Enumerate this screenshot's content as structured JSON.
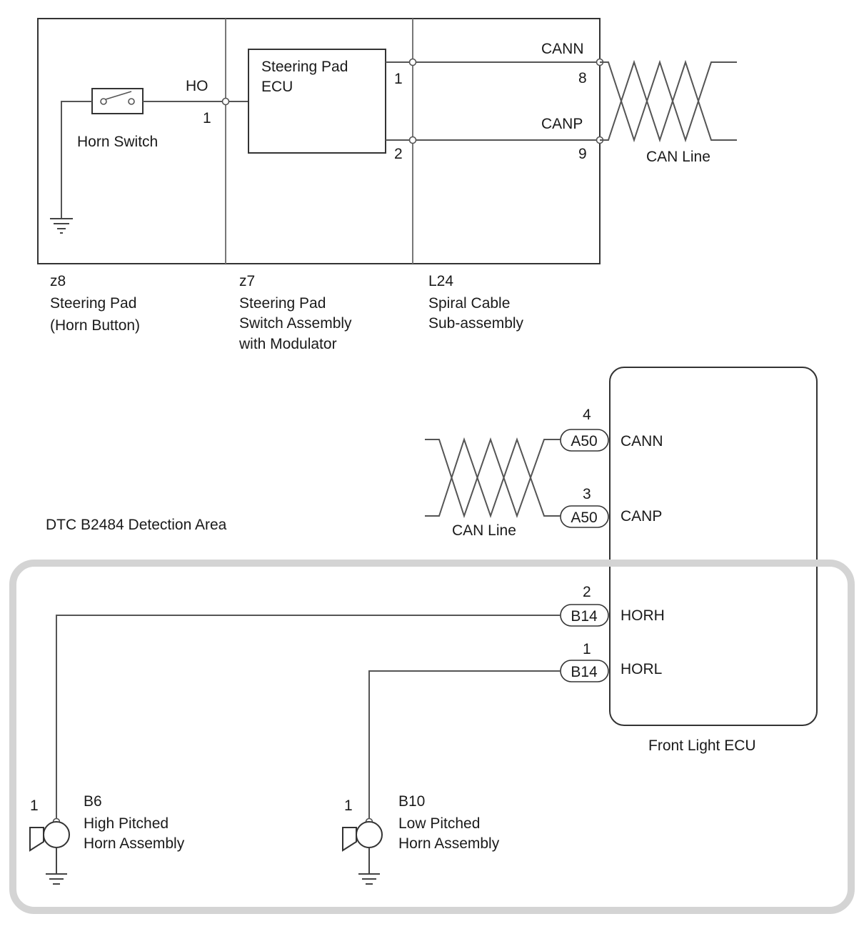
{
  "top": {
    "signal_ho": "HO",
    "pin_ho": "1",
    "horn_switch_label": "Horn Switch",
    "ecu_label_line1": "Steering Pad",
    "ecu_label_line2": "ECU",
    "ecu_pin1": "1",
    "ecu_pin2": "2",
    "cann_label": "CANN",
    "cann_pin": "8",
    "canp_label": "CANP",
    "canp_pin": "9",
    "can_line_label": "CAN Line",
    "z8": {
      "code": "z8",
      "line1": "Steering Pad",
      "line2": "(Horn Button)"
    },
    "z7": {
      "code": "z7",
      "line1": "Steering Pad",
      "line2": "Switch Assembly",
      "line3": "with Modulator"
    },
    "l24": {
      "code": "L24",
      "line1": "Spiral Cable",
      "line2": "Sub-assembly"
    }
  },
  "ecu": {
    "name": "Front Light ECU",
    "pins": [
      {
        "num": "4",
        "connector": "A50",
        "signal": "CANN"
      },
      {
        "num": "3",
        "connector": "A50",
        "signal": "CANP"
      },
      {
        "num": "2",
        "connector": "B14",
        "signal": "HORH"
      },
      {
        "num": "1",
        "connector": "B14",
        "signal": "HORL"
      }
    ],
    "can_line_label": "CAN Line"
  },
  "detection_area_label": "DTC B2484 Detection Area",
  "horns": {
    "high": {
      "pin": "1",
      "code": "B6",
      "line1": "High Pitched",
      "line2": "Horn Assembly"
    },
    "low": {
      "pin": "1",
      "code": "B10",
      "line1": "Low Pitched",
      "line2": "Horn Assembly"
    }
  }
}
